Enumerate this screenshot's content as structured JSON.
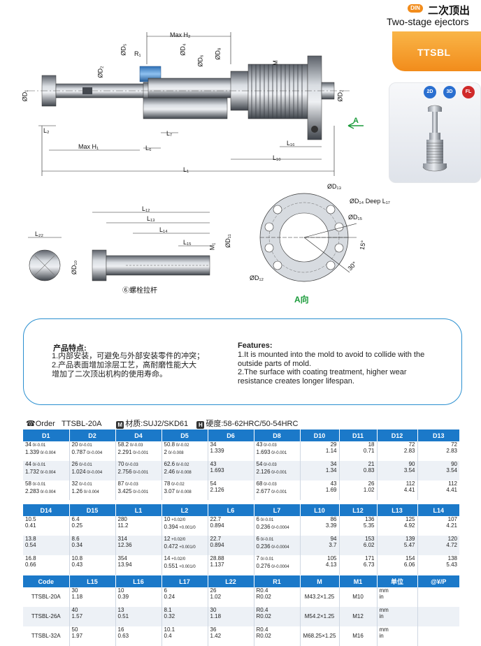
{
  "header": {
    "din_badge": "DIN",
    "title_cn": "二次顶出",
    "title_en": "Two-stage ejectors",
    "product_code": "TTSBL",
    "badges": [
      {
        "label": "2D",
        "color": "#2a6fd0"
      },
      {
        "label": "3D",
        "color": "#2a6fd0"
      },
      {
        "label": "FL",
        "color": "#d02a2a"
      }
    ]
  },
  "drawing": {
    "labels": {
      "max_h2": "Max H₂",
      "r1": "R₁",
      "d5": "ØD₅",
      "d4": "ØD₄",
      "d6": "ØD₆",
      "d8": "ØD₈",
      "m": "M",
      "d2": "ØD₂",
      "d1": "ØD₁",
      "d2_right": "ØD₂",
      "arrow_a": "A",
      "l2": "L₂",
      "l7": "L₇",
      "max_h1": "Max H₁",
      "l6": "L₆",
      "l16": "L₁₆",
      "l10": "L₁₀",
      "l1": "L₁",
      "l22": "L₂₂",
      "l12": "L₁₂",
      "l13": "L₁₃",
      "l14": "L₁₄",
      "l15": "L₁₅",
      "m1": "M₁",
      "d11": "ØD₁₁",
      "d10": "ØD₁₀",
      "bolt_caption": "⑥螺栓拉杆",
      "d13": "ØD₁₃",
      "d14": "ØD₁₄ Deep L₁₇",
      "d15": "ØD₁₅",
      "angle15": "15°",
      "angle30": "30°",
      "d12": "ØD₁₂",
      "view_a": "A向"
    }
  },
  "features": {
    "cn_heading": "产品特点:",
    "cn_items": [
      "1.内部安装，可避免与外部安装零件的冲突；",
      "2.产品表面增加涂层工艺，高耐磨性能大大",
      "   增加了二次顶出机构的使用寿命。"
    ],
    "en_heading": "Features:",
    "en_items": [
      "1.It is mounted into the mold to avoid to collide with the",
      "   outside parts of mold.",
      "2.The surface with coating treatment, higher wear",
      "   resistance creates longer lifespan."
    ]
  },
  "order": {
    "label": "Order",
    "example": "TTSBL-20A",
    "material_icon": "M",
    "material": "材质:SUJ2/SKD61",
    "hardness_icon": "H",
    "hardness": "硬度:58-62HRC/50-54HRC"
  },
  "table1": {
    "headers": [
      "D1",
      "D2",
      "D4",
      "D5",
      "D6",
      "D8",
      "D10",
      "D11",
      "D12",
      "D13"
    ],
    "rows": [
      [
        [
          "34",
          "0/-0.01"
        ],
        [
          "20",
          "0/-0.01"
        ],
        [
          "58.2",
          "0/-0.03"
        ],
        [
          "50.8",
          "0/-0.02"
        ],
        [
          "34",
          ""
        ],
        [
          "43",
          "0/-0.03"
        ],
        [
          "29",
          ""
        ],
        [
          "18",
          ""
        ],
        [
          "72",
          ""
        ],
        [
          "72",
          ""
        ]
      ],
      [
        [
          "1.339",
          "0/-0.004"
        ],
        [
          "0.787",
          "0/-0.004"
        ],
        [
          "2.291",
          "0/-0.001"
        ],
        [
          "2",
          "0/-0.008"
        ],
        [
          "1.339",
          ""
        ],
        [
          "1.693",
          "0/-0.001"
        ],
        [
          "1.14",
          ""
        ],
        [
          "0.71",
          ""
        ],
        [
          "2.83",
          ""
        ],
        [
          "2.83",
          ""
        ]
      ],
      [
        [
          "44",
          "0/-0.01"
        ],
        [
          "26",
          "0/-0.01"
        ],
        [
          "70",
          "0/-0.03"
        ],
        [
          "62.6",
          "0/-0.02"
        ],
        [
          "43",
          ""
        ],
        [
          "54",
          "0/-0.03"
        ],
        [
          "34",
          ""
        ],
        [
          "21",
          ""
        ],
        [
          "90",
          ""
        ],
        [
          "90",
          ""
        ]
      ],
      [
        [
          "1.732",
          "0/-0.004"
        ],
        [
          "1.024",
          "0/-0.004"
        ],
        [
          "2.756",
          "0/-0.001"
        ],
        [
          "2.46",
          "0/-0.008"
        ],
        [
          "1.693",
          ""
        ],
        [
          "2.126",
          "0/-0.001"
        ],
        [
          "1.34",
          ""
        ],
        [
          "0.83",
          ""
        ],
        [
          "3.54",
          ""
        ],
        [
          "3.54",
          ""
        ]
      ],
      [
        [
          "58",
          "0/-0.01"
        ],
        [
          "32",
          "0/-0.01"
        ],
        [
          "87",
          "0/-0.03"
        ],
        [
          "78",
          "0/-0.02"
        ],
        [
          "54",
          ""
        ],
        [
          "68",
          "0/-0.03"
        ],
        [
          "43",
          ""
        ],
        [
          "26",
          ""
        ],
        [
          "112",
          ""
        ],
        [
          "112",
          ""
        ]
      ],
      [
        [
          "2.283",
          "0/-0.004"
        ],
        [
          "1.26",
          "0/-0.004"
        ],
        [
          "3.425",
          "0/-0.001"
        ],
        [
          "3.07",
          "0/-0.008"
        ],
        [
          "2.126",
          ""
        ],
        [
          "2.677",
          "0/-0.001"
        ],
        [
          "1.69",
          ""
        ],
        [
          "1.02",
          ""
        ],
        [
          "4.41",
          ""
        ],
        [
          "4.41",
          ""
        ]
      ]
    ]
  },
  "table2": {
    "headers": [
      "D14",
      "D15",
      "L1",
      "L2",
      "L6",
      "L7",
      "L10",
      "L12",
      "L13",
      "L14"
    ],
    "rows": [
      [
        [
          "10.5",
          ""
        ],
        [
          "6.4",
          ""
        ],
        [
          "280",
          ""
        ],
        [
          "10",
          "+0.02/0"
        ],
        [
          "22.7",
          ""
        ],
        [
          "6",
          "0/-0.01"
        ],
        [
          "86",
          ""
        ],
        [
          "136",
          ""
        ],
        [
          "125",
          ""
        ],
        [
          "107",
          ""
        ]
      ],
      [
        [
          "0.41",
          ""
        ],
        [
          "0.25",
          ""
        ],
        [
          "11.2",
          ""
        ],
        [
          "0.394",
          "+0.001/0"
        ],
        [
          "0.894",
          ""
        ],
        [
          "0.236",
          "0/-0.0004"
        ],
        [
          "3.39",
          ""
        ],
        [
          "5.35",
          ""
        ],
        [
          "4.92",
          ""
        ],
        [
          "4.21",
          ""
        ]
      ],
      [
        [
          "13.8",
          ""
        ],
        [
          "8.6",
          ""
        ],
        [
          "314",
          ""
        ],
        [
          "12",
          "+0.02/0"
        ],
        [
          "22.7",
          ""
        ],
        [
          "6",
          "0/-0.01"
        ],
        [
          "94",
          ""
        ],
        [
          "153",
          ""
        ],
        [
          "139",
          ""
        ],
        [
          "120",
          ""
        ]
      ],
      [
        [
          "0.54",
          ""
        ],
        [
          "0.34",
          ""
        ],
        [
          "12.36",
          ""
        ],
        [
          "0.472",
          "+0.001/0"
        ],
        [
          "0.894",
          ""
        ],
        [
          "0.236",
          "0/-0.0004"
        ],
        [
          "3.7",
          ""
        ],
        [
          "6.02",
          ""
        ],
        [
          "5.47",
          ""
        ],
        [
          "4.72",
          ""
        ]
      ],
      [
        [
          "16.8",
          ""
        ],
        [
          "10.8",
          ""
        ],
        [
          "354",
          ""
        ],
        [
          "14",
          "+0.02/0"
        ],
        [
          "28.88",
          ""
        ],
        [
          "7",
          "0/-0.01"
        ],
        [
          "105",
          ""
        ],
        [
          "171",
          ""
        ],
        [
          "154",
          ""
        ],
        [
          "138",
          ""
        ]
      ],
      [
        [
          "0.66",
          ""
        ],
        [
          "0.43",
          ""
        ],
        [
          "13.94",
          ""
        ],
        [
          "0.551",
          "+0.001/0"
        ],
        [
          "1.137",
          ""
        ],
        [
          "0.276",
          "0/-0.0004"
        ],
        [
          "4.13",
          ""
        ],
        [
          "6.73",
          ""
        ],
        [
          "6.06",
          ""
        ],
        [
          "5.43",
          ""
        ]
      ]
    ]
  },
  "table3": {
    "headers": [
      "Code",
      "L15",
      "L16",
      "L17",
      "L22",
      "R1",
      "M",
      "M1",
      "单位",
      "@¥/P"
    ],
    "rows": [
      {
        "code": "TTSBL-20A",
        "l15": [
          "30",
          "1.18"
        ],
        "l16": [
          "10",
          "0.39"
        ],
        "l17": [
          "6",
          "0.24"
        ],
        "l22": [
          "26",
          "1.02"
        ],
        "r1": [
          "R0.4",
          "R0.02"
        ],
        "m": "M43.2×1.25",
        "m1": "M10",
        "unit": [
          "mm",
          "in"
        ]
      },
      {
        "code": "TTSBL-26A",
        "l15": [
          "40",
          "1.57"
        ],
        "l16": [
          "13",
          "0.51"
        ],
        "l17": [
          "8.1",
          "0.32"
        ],
        "l22": [
          "30",
          "1.18"
        ],
        "r1": [
          "R0.4",
          "R0.02"
        ],
        "m": "M54.2×1.25",
        "m1": "M12",
        "unit": [
          "mm",
          "in"
        ]
      },
      {
        "code": "TTSBL-32A",
        "l15": [
          "50",
          "1.97"
        ],
        "l16": [
          "16",
          "0.63"
        ],
        "l17": [
          "10.1",
          "0.4"
        ],
        "l22": [
          "36",
          "1.42"
        ],
        "r1": [
          "R0.4",
          "R0.02"
        ],
        "m": "M68.25×1.25",
        "m1": "M16",
        "unit": [
          "mm",
          "in"
        ]
      }
    ]
  }
}
